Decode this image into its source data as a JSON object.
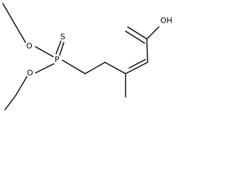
{
  "molecule": {
    "atoms": {
      "oh": "OH",
      "o_upper": "O",
      "o_lower": "O",
      "p": "P",
      "s": "S"
    }
  },
  "colors": {
    "bond": "#000000",
    "text": "#000000",
    "background": "#ffffff"
  }
}
